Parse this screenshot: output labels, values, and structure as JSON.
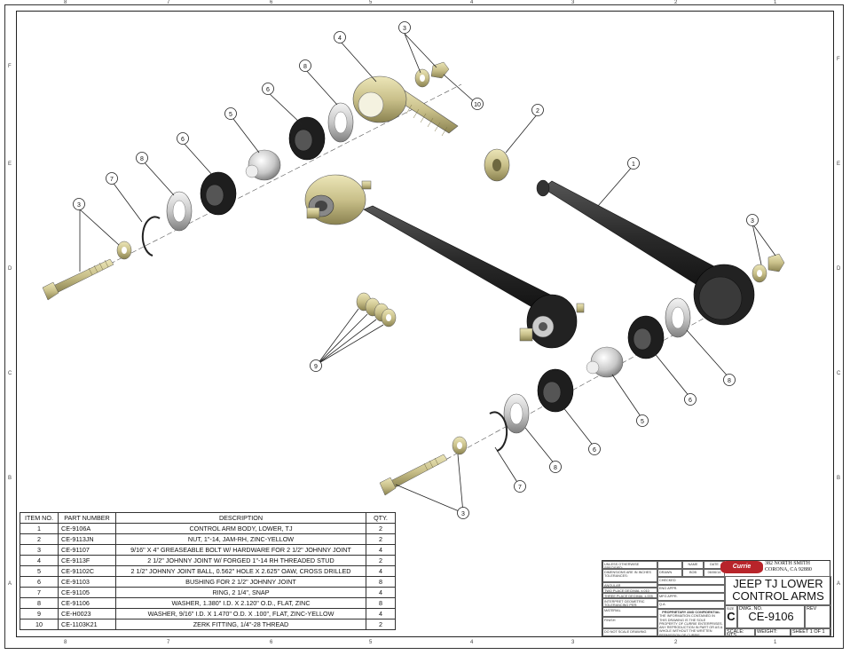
{
  "zones": {
    "top": [
      "8",
      "7",
      "6",
      "5",
      "4",
      "3",
      "2",
      "1"
    ],
    "bottom": [
      "8",
      "7",
      "6",
      "5",
      "4",
      "3",
      "2",
      "1"
    ],
    "left": [
      "F",
      "E",
      "D",
      "C",
      "B",
      "A"
    ],
    "right": [
      "F",
      "E",
      "D",
      "C",
      "B",
      "A"
    ]
  },
  "callouts": {
    "c1": "1",
    "c2": "2",
    "c3a": "3",
    "c3b": "3",
    "c3c": "3",
    "c3d": "3",
    "c4": "4",
    "c5a": "5",
    "c5b": "5",
    "c6a": "6",
    "c6b": "6",
    "c6c": "6",
    "c6d": "6",
    "c7a": "7",
    "c7b": "7",
    "c8a": "8",
    "c8b": "8",
    "c8c": "8",
    "c8d": "8",
    "c9": "9",
    "c10": "10"
  },
  "bom": {
    "headers": {
      "item": "ITEM NO.",
      "part": "PART NUMBER",
      "desc": "DESCRIPTION",
      "qty": "QTY."
    },
    "rows": [
      {
        "item": "1",
        "part": "CE-9106A",
        "desc": "CONTROL ARM BODY, LOWER, TJ",
        "qty": "2"
      },
      {
        "item": "2",
        "part": "CE-9113JN",
        "desc": "NUT, 1\"-14, JAM-RH, ZINC-YELLOW",
        "qty": "2"
      },
      {
        "item": "3",
        "part": "CE-91107",
        "desc": "9/16\" X 4\" GREASEABLE BOLT W/ HARDWARE FOR 2 1/2\" JOHNNY JOINT",
        "qty": "4"
      },
      {
        "item": "4",
        "part": "CE-9113F",
        "desc": "2 1/2\" JOHNNY JOINT W/ FORGED 1\"-14 RH THREADED STUD",
        "qty": "2"
      },
      {
        "item": "5",
        "part": "CE-91102C",
        "desc": "2 1/2\" JOHNNY JOINT BALL, 0.562\" HOLE X 2.625\" OAW, CROSS DRILLED",
        "qty": "4"
      },
      {
        "item": "6",
        "part": "CE-91103",
        "desc": "BUSHING FOR 2 1/2\" JOHNNY JOINT",
        "qty": "8"
      },
      {
        "item": "7",
        "part": "CE-91105",
        "desc": "RING, 2 1/4\", SNAP",
        "qty": "4"
      },
      {
        "item": "8",
        "part": "CE-91106",
        "desc": "WASHER, 1.380\" I.D. X 2.120\" O.D., FLAT, ZINC",
        "qty": "8"
      },
      {
        "item": "9",
        "part": "CE-H0023",
        "desc": "WASHER, 9/16\" I.D. X 1.470\" O.D. X .100\", FLAT, ZINC-YELLOW",
        "qty": "4"
      },
      {
        "item": "10",
        "part": "CE-1103K21",
        "desc": "ZERK FITTING, 1/4\"-28 THREAD",
        "qty": "2"
      }
    ]
  },
  "titleblock": {
    "unless": "UNLESS OTHERWISE SPECIFIED:",
    "dims": "DIMENSIONS ARE IN INCHES TOLERANCES:",
    "angular": "ANGULAR",
    "two_place": "TWO PLACE DECIMAL ±.010",
    "three_place": "THREE PLACE DECIMAL ±.005",
    "interpret": "INTERPRET GEOMETRIC TOLERANCING PER:",
    "material": "MATERIAL",
    "finish": "FINISH",
    "do_not_scale": "DO NOT SCALE DRAWING",
    "name_hdr": "NAME",
    "date_hdr": "DATE",
    "drawn": "DRAWN",
    "drawn_name": "BOB",
    "drawn_date": "06/06/14",
    "checked": "CHECKED",
    "eng_appr": "ENG APPR.",
    "mfg_appr": "MFG APPR.",
    "qa": "Q.A.",
    "comments": "COMMENTS:",
    "prop_title": "PROPRIETARY AND CONFIDENTIAL",
    "prop_text": "THE INFORMATION CONTAINED IN THIS DRAWING IS THE SOLE PROPERTY OF CURRIE ENTERPRISES. ANY REPRODUCTION IN PART OR AS A WHOLE WITHOUT THE WRITTEN PERMISSION OF CURRIE ENTERPRISES IS PROHIBITED.",
    "logo": "Currie",
    "address1": "382 NORTH SMITH",
    "address2": "CORONA, CA 92880",
    "title1": "JEEP TJ LOWER",
    "title2": "CONTROL ARMS",
    "size_lbl": "SIZE",
    "size": "C",
    "dwg_lbl": "DWG.  NO.",
    "dwg_no": "CE-9106",
    "rev_lbl": "REV",
    "scale": "SCALE: NTS",
    "weight": "WEIGHT:",
    "sheet": "SHEET 1 OF 1"
  },
  "colors": {
    "arm": "#2a2a2a",
    "brass": "#c9c08a",
    "steel": "#c8c8c8",
    "line": "#222222"
  }
}
